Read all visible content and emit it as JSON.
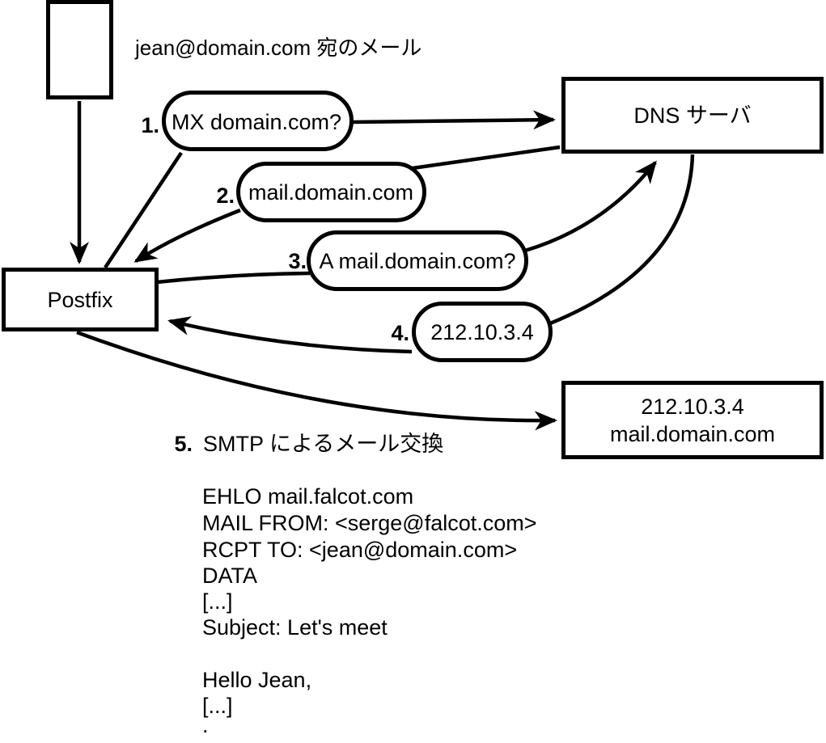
{
  "header": {
    "mail_note": "jean@domain.com 宛のメール"
  },
  "nodes": {
    "postfix": {
      "label": "Postfix"
    },
    "dns_server": {
      "label": "DNS サーバ"
    },
    "mail_server": {
      "line1": "212.10.3.4",
      "line2": "mail.domain.com"
    }
  },
  "steps": {
    "1": {
      "num": "1.",
      "label": "MX domain.com?"
    },
    "2": {
      "num": "2.",
      "label": "mail.domain.com"
    },
    "3": {
      "num": "3.",
      "label": "A mail.domain.com?"
    },
    "4": {
      "num": "4.",
      "label": "212.10.3.4"
    },
    "5": {
      "num": "5.",
      "label": "SMTP によるメール交換"
    }
  },
  "smtp_session": {
    "lines": [
      "EHLO mail.falcot.com",
      "MAIL FROM: <serge@falcot.com>",
      "RCPT TO: <jean@domain.com>",
      "DATA",
      "[...]",
      "Subject: Let's meet",
      "Hello Jean,",
      "[...]",
      "."
    ]
  },
  "colors": {
    "ink": "#000000",
    "background": "#ffffff"
  }
}
